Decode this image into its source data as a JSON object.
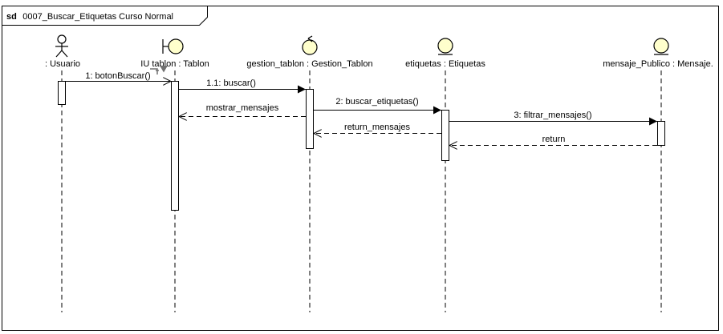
{
  "frame": {
    "keyword": "sd",
    "title": "0007_Buscar_Etiquetas Curso Normal"
  },
  "lifelines": [
    {
      "id": "usuario",
      "kind": "actor",
      "label": ": Usuario"
    },
    {
      "id": "iu_tablon",
      "kind": "boundary",
      "label": "IU tablon : Tablon"
    },
    {
      "id": "gestion_tablon",
      "kind": "control",
      "label": "gestion_tablon : Gestion_Tablon"
    },
    {
      "id": "etiquetas",
      "kind": "entity",
      "label": "etiquetas : Etiquetas"
    },
    {
      "id": "mensaje_publico",
      "kind": "entity",
      "label": "mensaje_Publico : Mensaje."
    }
  ],
  "messages": [
    {
      "id": "m1",
      "label": "1: botonBuscar()",
      "type": "sync"
    },
    {
      "id": "m2",
      "label": "1.1: buscar()",
      "type": "sync"
    },
    {
      "id": "m3",
      "label": "mostrar_mensajes",
      "type": "return"
    },
    {
      "id": "m4",
      "label": "2: buscar_etiquetas()",
      "type": "sync"
    },
    {
      "id": "m5",
      "label": "return_mensajes",
      "type": "return"
    },
    {
      "id": "m6",
      "label": "3: filtrar_mensajes()",
      "type": "sync"
    },
    {
      "id": "m7",
      "label": "return",
      "type": "return"
    }
  ],
  "colors": {
    "line": "#000000",
    "lifeline_dash": "#000000",
    "head_fill": "#ffffcc",
    "activation_fill": "#ffffff",
    "marker": "#707070"
  }
}
